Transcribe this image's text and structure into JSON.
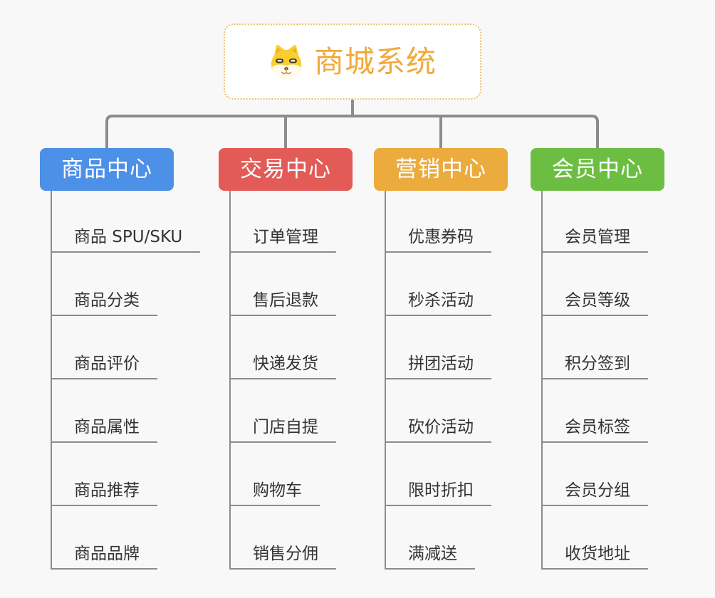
{
  "root": {
    "title": "商城系统",
    "icon": "shiba-dog-icon",
    "text_color": "#F2A93B",
    "border_color": "#F0C070",
    "background": "#FFFFFF"
  },
  "connector": {
    "color": "#8C8C8C"
  },
  "branches": [
    {
      "label": "商品中心",
      "color": "#4D90E8",
      "items": [
        "商品 SPU/SKU",
        "商品分类",
        "商品评价",
        "商品属性",
        "商品推荐",
        "商品品牌"
      ]
    },
    {
      "label": "交易中心",
      "color": "#E25B57",
      "items": [
        "订单管理",
        "售后退款",
        "快递发货",
        "门店自提",
        "购物车",
        "销售分佣"
      ]
    },
    {
      "label": "营销中心",
      "color": "#EBAB3D",
      "items": [
        "优惠券码",
        "秒杀活动",
        "拼团活动",
        "砍价活动",
        "限时折扣",
        "满减送"
      ]
    },
    {
      "label": "会员中心",
      "color": "#6CBE43",
      "items": [
        "会员管理",
        "会员等级",
        "积分签到",
        "会员标签",
        "会员分组",
        "收货地址"
      ]
    }
  ]
}
